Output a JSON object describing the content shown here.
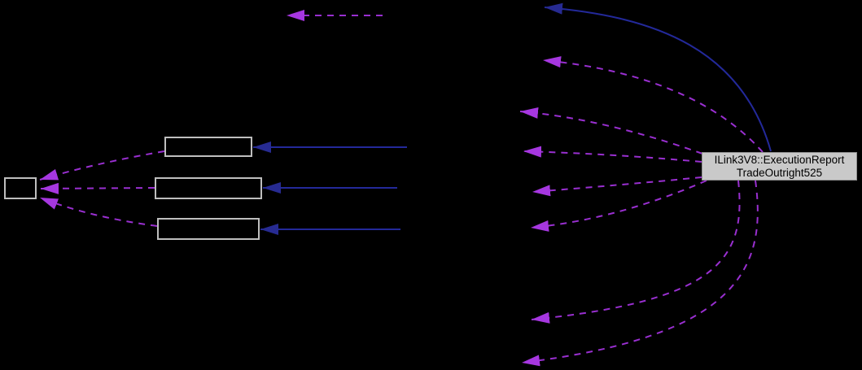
{
  "diagram": {
    "kind": "class-collaboration-graph",
    "main_node": {
      "line1": "ILink3V8::ExecutionReport",
      "line2": "TradeOutright525"
    },
    "unlabeled_nodes": [
      "far-left-small-box",
      "middle-top-box",
      "middle-center-box",
      "middle-bottom-box"
    ],
    "edge_counts": {
      "dashed_usage_arrows": 11,
      "solid_inheritance_arrows": 4
    }
  },
  "colors": {
    "background": "#000000",
    "node_border": "#BEBEBE",
    "main_fill": "#C9C9C9",
    "main_border": "#8F8F8F",
    "main_text": "#000000",
    "usage_edge": "#992FD0",
    "usage_head": "#A637E0",
    "inherit_edge": "#23299A",
    "inherit_head": "#272B92"
  }
}
